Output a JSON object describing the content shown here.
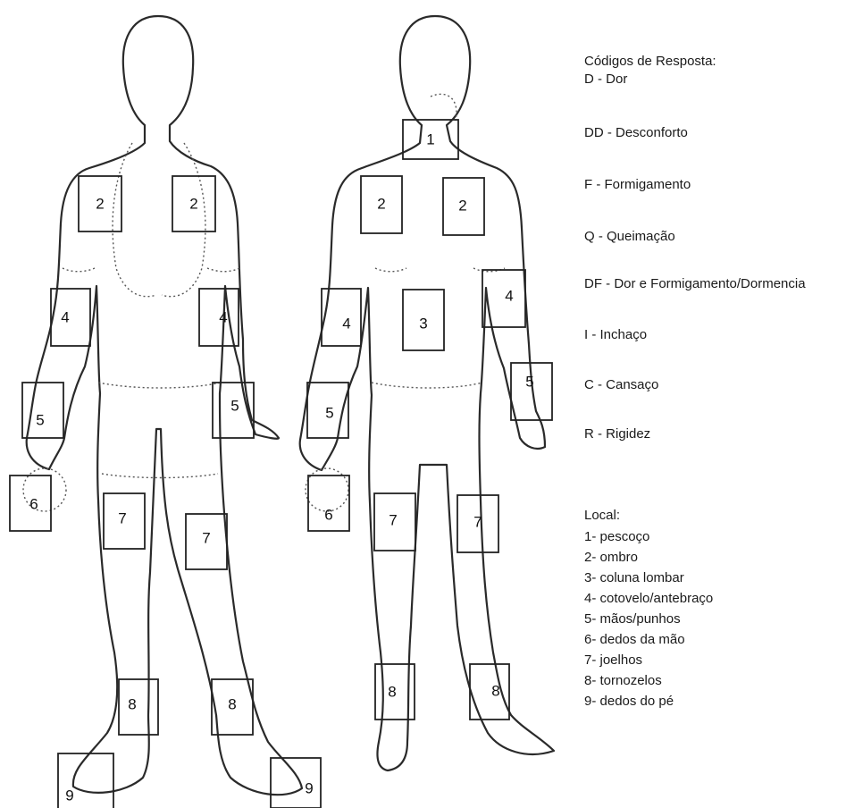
{
  "codes": {
    "title": "Códigos de Resposta:",
    "items": [
      "D - Dor",
      "DD - Desconforto",
      "F - Formigamento",
      "Q - Queimação",
      "DF - Dor e Formigamento/Dormencia",
      "I - Inchaço",
      "C - Cansaço",
      "R - Rigidez"
    ]
  },
  "local": {
    "title": "Local:",
    "items": [
      "1- pescoço",
      "2- ombro",
      "3- coluna lombar",
      "4- cotovelo/antebraço",
      "5- mãos/punhos",
      "6- dedos da mão",
      "7- joelhos",
      "8- tornozelos",
      "9- dedos do pé"
    ]
  },
  "region_labels": {
    "front": [
      "2",
      "2",
      "4",
      "4",
      "5",
      "5",
      "6",
      "7",
      "7",
      "8",
      "8",
      "9",
      "9"
    ],
    "back": [
      "1",
      "2",
      "2",
      "3",
      "4",
      "4",
      "5",
      "5",
      "6",
      "7",
      "7",
      "8",
      "8"
    ]
  }
}
